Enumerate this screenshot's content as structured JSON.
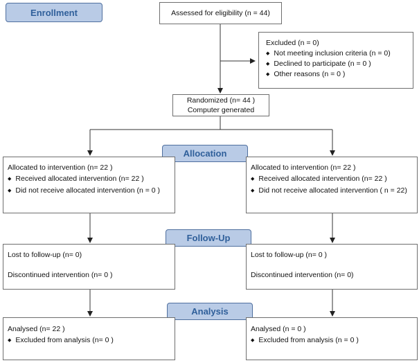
{
  "stages": {
    "enrollment": "Enrollment",
    "allocation": "Allocation",
    "followup": "Follow-Up",
    "analysis": "Analysis"
  },
  "assessed": "Assessed for  eligibility (n = 44)",
  "excluded": {
    "title": "Excluded   (n = 0)",
    "items": [
      "Not meeting inclusion criteria (n = 0)",
      "Declined  to participate (n = 0 )",
      "Other  reasons  (n = 0 )"
    ]
  },
  "randomized": {
    "line1": "Randomized  (n= 44 )",
    "line2": "Computer generated"
  },
  "left": {
    "allocation": {
      "title": "Allocated  to intervention  (n= 22 )",
      "items": [
        "Received  allocated  intervention  (n= 22  )",
        "Did  not receive  allocated  intervention  (n = 0 )"
      ]
    },
    "followup": {
      "line1": "Lost to follow-up (n= 0)",
      "line2": "Discontinued  intervention (n= 0 )"
    },
    "analysis": {
      "title": "Analysed   (n=  22 )",
      "item": "Excluded  from  analysis (n=  0 )"
    }
  },
  "right": {
    "allocation": {
      "title": "Allocated to intervention  (n= 22 )",
      "items": [
        "Received  allocated  intervention  (n= 22  )",
        "Did  not receive  allocated  intervention   ( n = 22)"
      ]
    },
    "followup": {
      "line1": "Lost to follow-up (n= 0 )",
      "line2": "Discontinued  intervention  (n= 0)"
    },
    "analysis": {
      "title": "Analysed   (n =  0 )",
      "item": "Excluded  from analysis  (n =  0 )"
    }
  }
}
